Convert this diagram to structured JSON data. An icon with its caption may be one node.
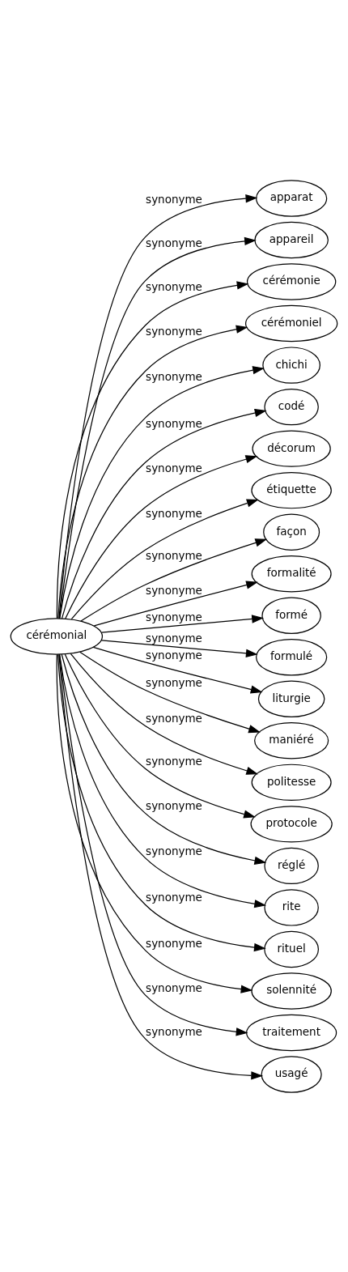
{
  "diagram": {
    "nodes": [
      {
        "text": [
          "cérémonial"
        ]
      },
      {
        "text": [
          "apparat"
        ]
      },
      {
        "text": [
          "appareil"
        ]
      },
      {
        "text": [
          "cérémonie"
        ]
      },
      {
        "text": [
          "cérémoniel"
        ]
      },
      {
        "text": [
          "chichi"
        ]
      },
      {
        "text": [
          "codé"
        ]
      },
      {
        "text": [
          "décorum"
        ]
      },
      {
        "text": [
          "étiquette"
        ]
      },
      {
        "text": [
          "façon"
        ]
      },
      {
        "text": [
          "formalité"
        ]
      },
      {
        "text": [
          "formé"
        ]
      },
      {
        "text": [
          "formulé"
        ]
      },
      {
        "text": [
          "liturgie"
        ]
      },
      {
        "text": [
          "maniéré"
        ]
      },
      {
        "text": [
          "politesse"
        ]
      },
      {
        "text": [
          "protocole"
        ]
      },
      {
        "text": [
          "réglé"
        ]
      },
      {
        "text": [
          "rite"
        ]
      },
      {
        "text": [
          "rituel"
        ]
      },
      {
        "text": [
          "solennité"
        ]
      },
      {
        "text": [
          "traitement"
        ]
      },
      {
        "text": [
          "usagé"
        ]
      }
    ],
    "edges": [
      {
        "from": 0,
        "to": 1,
        "arrow": "to",
        "label": "synonyme"
      },
      {
        "from": 0,
        "to": 2,
        "arrow": "to",
        "label": "synonyme"
      },
      {
        "from": 0,
        "to": 3,
        "arrow": "to",
        "label": "synonyme"
      },
      {
        "from": 0,
        "to": 4,
        "arrow": "to",
        "label": "synonyme"
      },
      {
        "from": 0,
        "to": 5,
        "arrow": "to",
        "label": "synonyme"
      },
      {
        "from": 0,
        "to": 6,
        "arrow": "to",
        "label": "synonyme"
      },
      {
        "from": 0,
        "to": 7,
        "arrow": "to",
        "label": "synonyme"
      },
      {
        "from": 0,
        "to": 8,
        "arrow": "to",
        "label": "synonyme"
      },
      {
        "from": 0,
        "to": 9,
        "arrow": "to",
        "label": "synonyme"
      },
      {
        "from": 0,
        "to": 10,
        "arrow": "to",
        "label": "synonyme"
      },
      {
        "from": 0,
        "to": 11,
        "arrow": "to",
        "label": "synonyme"
      },
      {
        "from": 0,
        "to": 12,
        "arrow": "to",
        "label": "synonyme"
      },
      {
        "from": 0,
        "to": 13,
        "arrow": "to",
        "label": "synonyme"
      },
      {
        "from": 0,
        "to": 14,
        "arrow": "to",
        "label": "synonyme"
      },
      {
        "from": 0,
        "to": 15,
        "arrow": "to",
        "label": "synonyme"
      },
      {
        "from": 0,
        "to": 16,
        "arrow": "to",
        "label": "synonyme"
      },
      {
        "from": 0,
        "to": 17,
        "arrow": "to",
        "label": "synonyme"
      },
      {
        "from": 0,
        "to": 18,
        "arrow": "to",
        "label": "synonyme"
      },
      {
        "from": 0,
        "to": 19,
        "arrow": "to",
        "label": "synonyme"
      },
      {
        "from": 0,
        "to": 20,
        "arrow": "to",
        "label": "synonyme"
      },
      {
        "from": 0,
        "to": 21,
        "arrow": "to",
        "label": "synonyme"
      },
      {
        "from": 0,
        "to": 22,
        "arrow": "to",
        "label": "synonyme"
      }
    ]
  }
}
